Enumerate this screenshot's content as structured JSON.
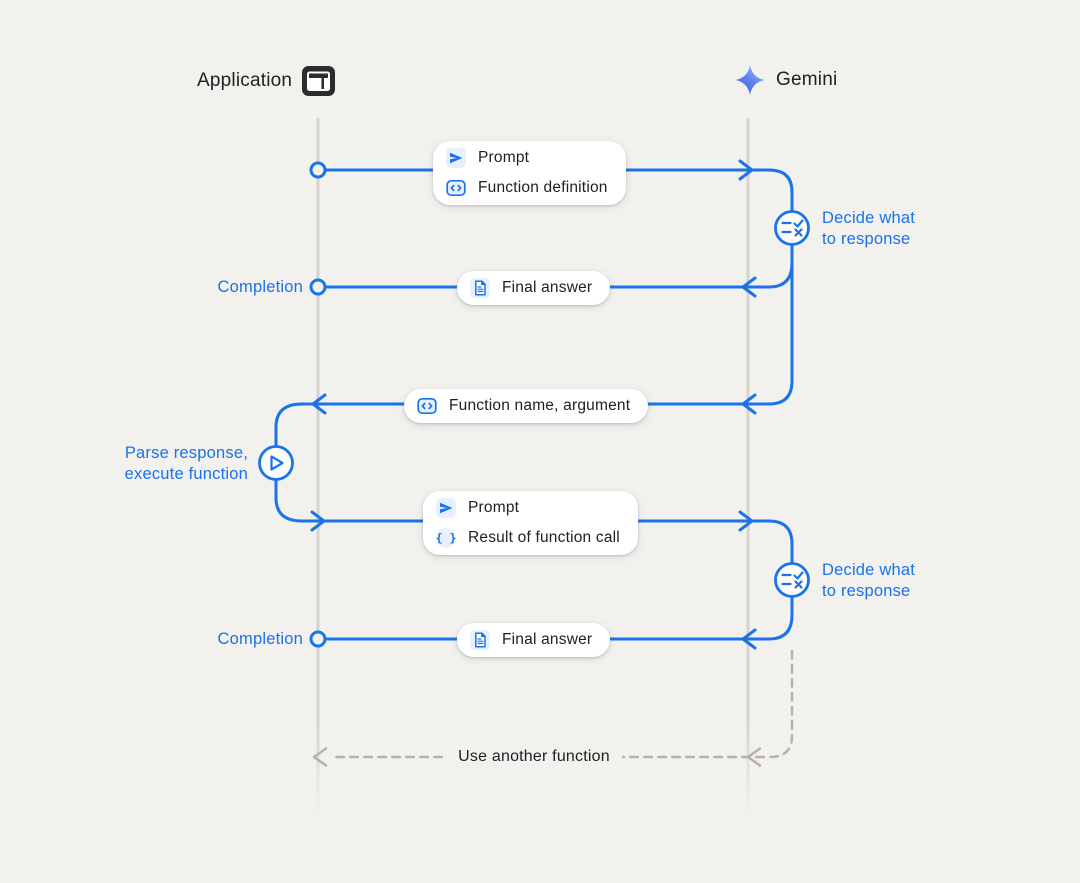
{
  "palette": {
    "background": "#f2f1ee",
    "accent_blue": "#1a73e8",
    "text_dark": "#202124",
    "lifeline_gray": "#d7d4d0",
    "dashed_gray": "#b5b1ac",
    "pill_background": "#ffffff",
    "icon_background": "#e8f0fe"
  },
  "actors": {
    "application": {
      "label": "Application",
      "icon": "app-window-icon"
    },
    "gemini": {
      "label": "Gemini",
      "icon": "gemini-spark-icon"
    }
  },
  "pills": {
    "prompt_definition": {
      "rows": [
        {
          "icon": "send-icon",
          "label": "Prompt"
        },
        {
          "icon": "code-chip-icon",
          "label": "Function definition"
        }
      ]
    },
    "final_answer_1": {
      "rows": [
        {
          "icon": "document-icon",
          "label": "Final answer"
        }
      ]
    },
    "function_name": {
      "rows": [
        {
          "icon": "code-chip-icon",
          "label": "Function name, argument"
        }
      ]
    },
    "prompt_result": {
      "rows": [
        {
          "icon": "send-icon",
          "label": "Prompt"
        },
        {
          "icon": "braces-icon",
          "label": "Result of function call"
        }
      ]
    },
    "final_answer_2": {
      "rows": [
        {
          "icon": "document-icon",
          "label": "Final answer"
        }
      ]
    }
  },
  "annotations": {
    "completion_1": "Completion",
    "completion_2": "Completion",
    "decide_1": {
      "line1": "Decide what",
      "line2": "to response"
    },
    "decide_2": {
      "line1": "Decide what",
      "line2": "to response"
    },
    "parse": {
      "line1": "Parse response,",
      "line2": "execute function"
    },
    "use_another_function": "Use another function"
  },
  "nodes": {
    "decide_icon": "rule-check-x-icon",
    "execute_icon": "play-icon"
  }
}
